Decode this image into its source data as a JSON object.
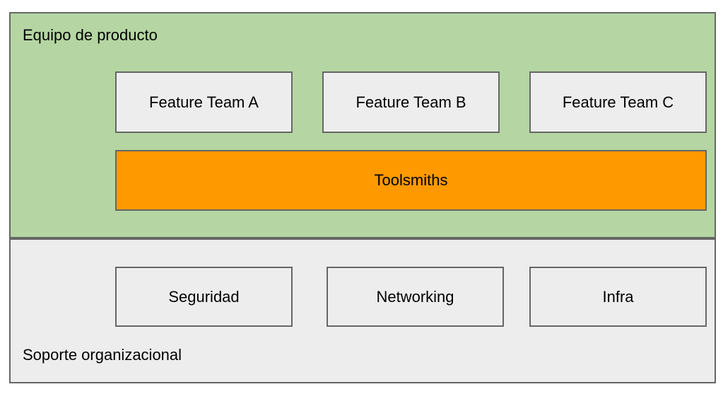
{
  "diagram": {
    "type": "org-chart",
    "groups": [
      {
        "id": "product",
        "label": "Equipo de producto",
        "fill": "#b5d6a3",
        "stroke": "#666666",
        "nodes": [
          {
            "id": "feature-team-a",
            "label": "Feature Team A",
            "fill": "#ededed",
            "stroke": "#666666"
          },
          {
            "id": "feature-team-b",
            "label": "Feature Team B",
            "fill": "#ededed",
            "stroke": "#666666"
          },
          {
            "id": "feature-team-c",
            "label": "Feature Team C",
            "fill": "#ededed",
            "stroke": "#666666"
          },
          {
            "id": "toolsmiths",
            "label": "Toolsmiths",
            "fill": "#ff9900",
            "stroke": "#666666"
          }
        ]
      },
      {
        "id": "support",
        "label": "Soporte organizacional",
        "fill": "#ededed",
        "stroke": "#666666",
        "nodes": [
          {
            "id": "seguridad",
            "label": "Seguridad",
            "fill": "#ededed",
            "stroke": "#666666"
          },
          {
            "id": "networking",
            "label": "Networking",
            "fill": "#ededed",
            "stroke": "#666666"
          },
          {
            "id": "infra",
            "label": "Infra",
            "fill": "#ededed",
            "stroke": "#666666"
          }
        ]
      }
    ],
    "colors": {
      "background": "#ffffff",
      "group_product_fill": "#b5d6a3",
      "group_support_fill": "#ededed",
      "node_fill": "#ededed",
      "highlight_fill": "#ff9900",
      "stroke": "#666666",
      "text": "#000000"
    }
  }
}
